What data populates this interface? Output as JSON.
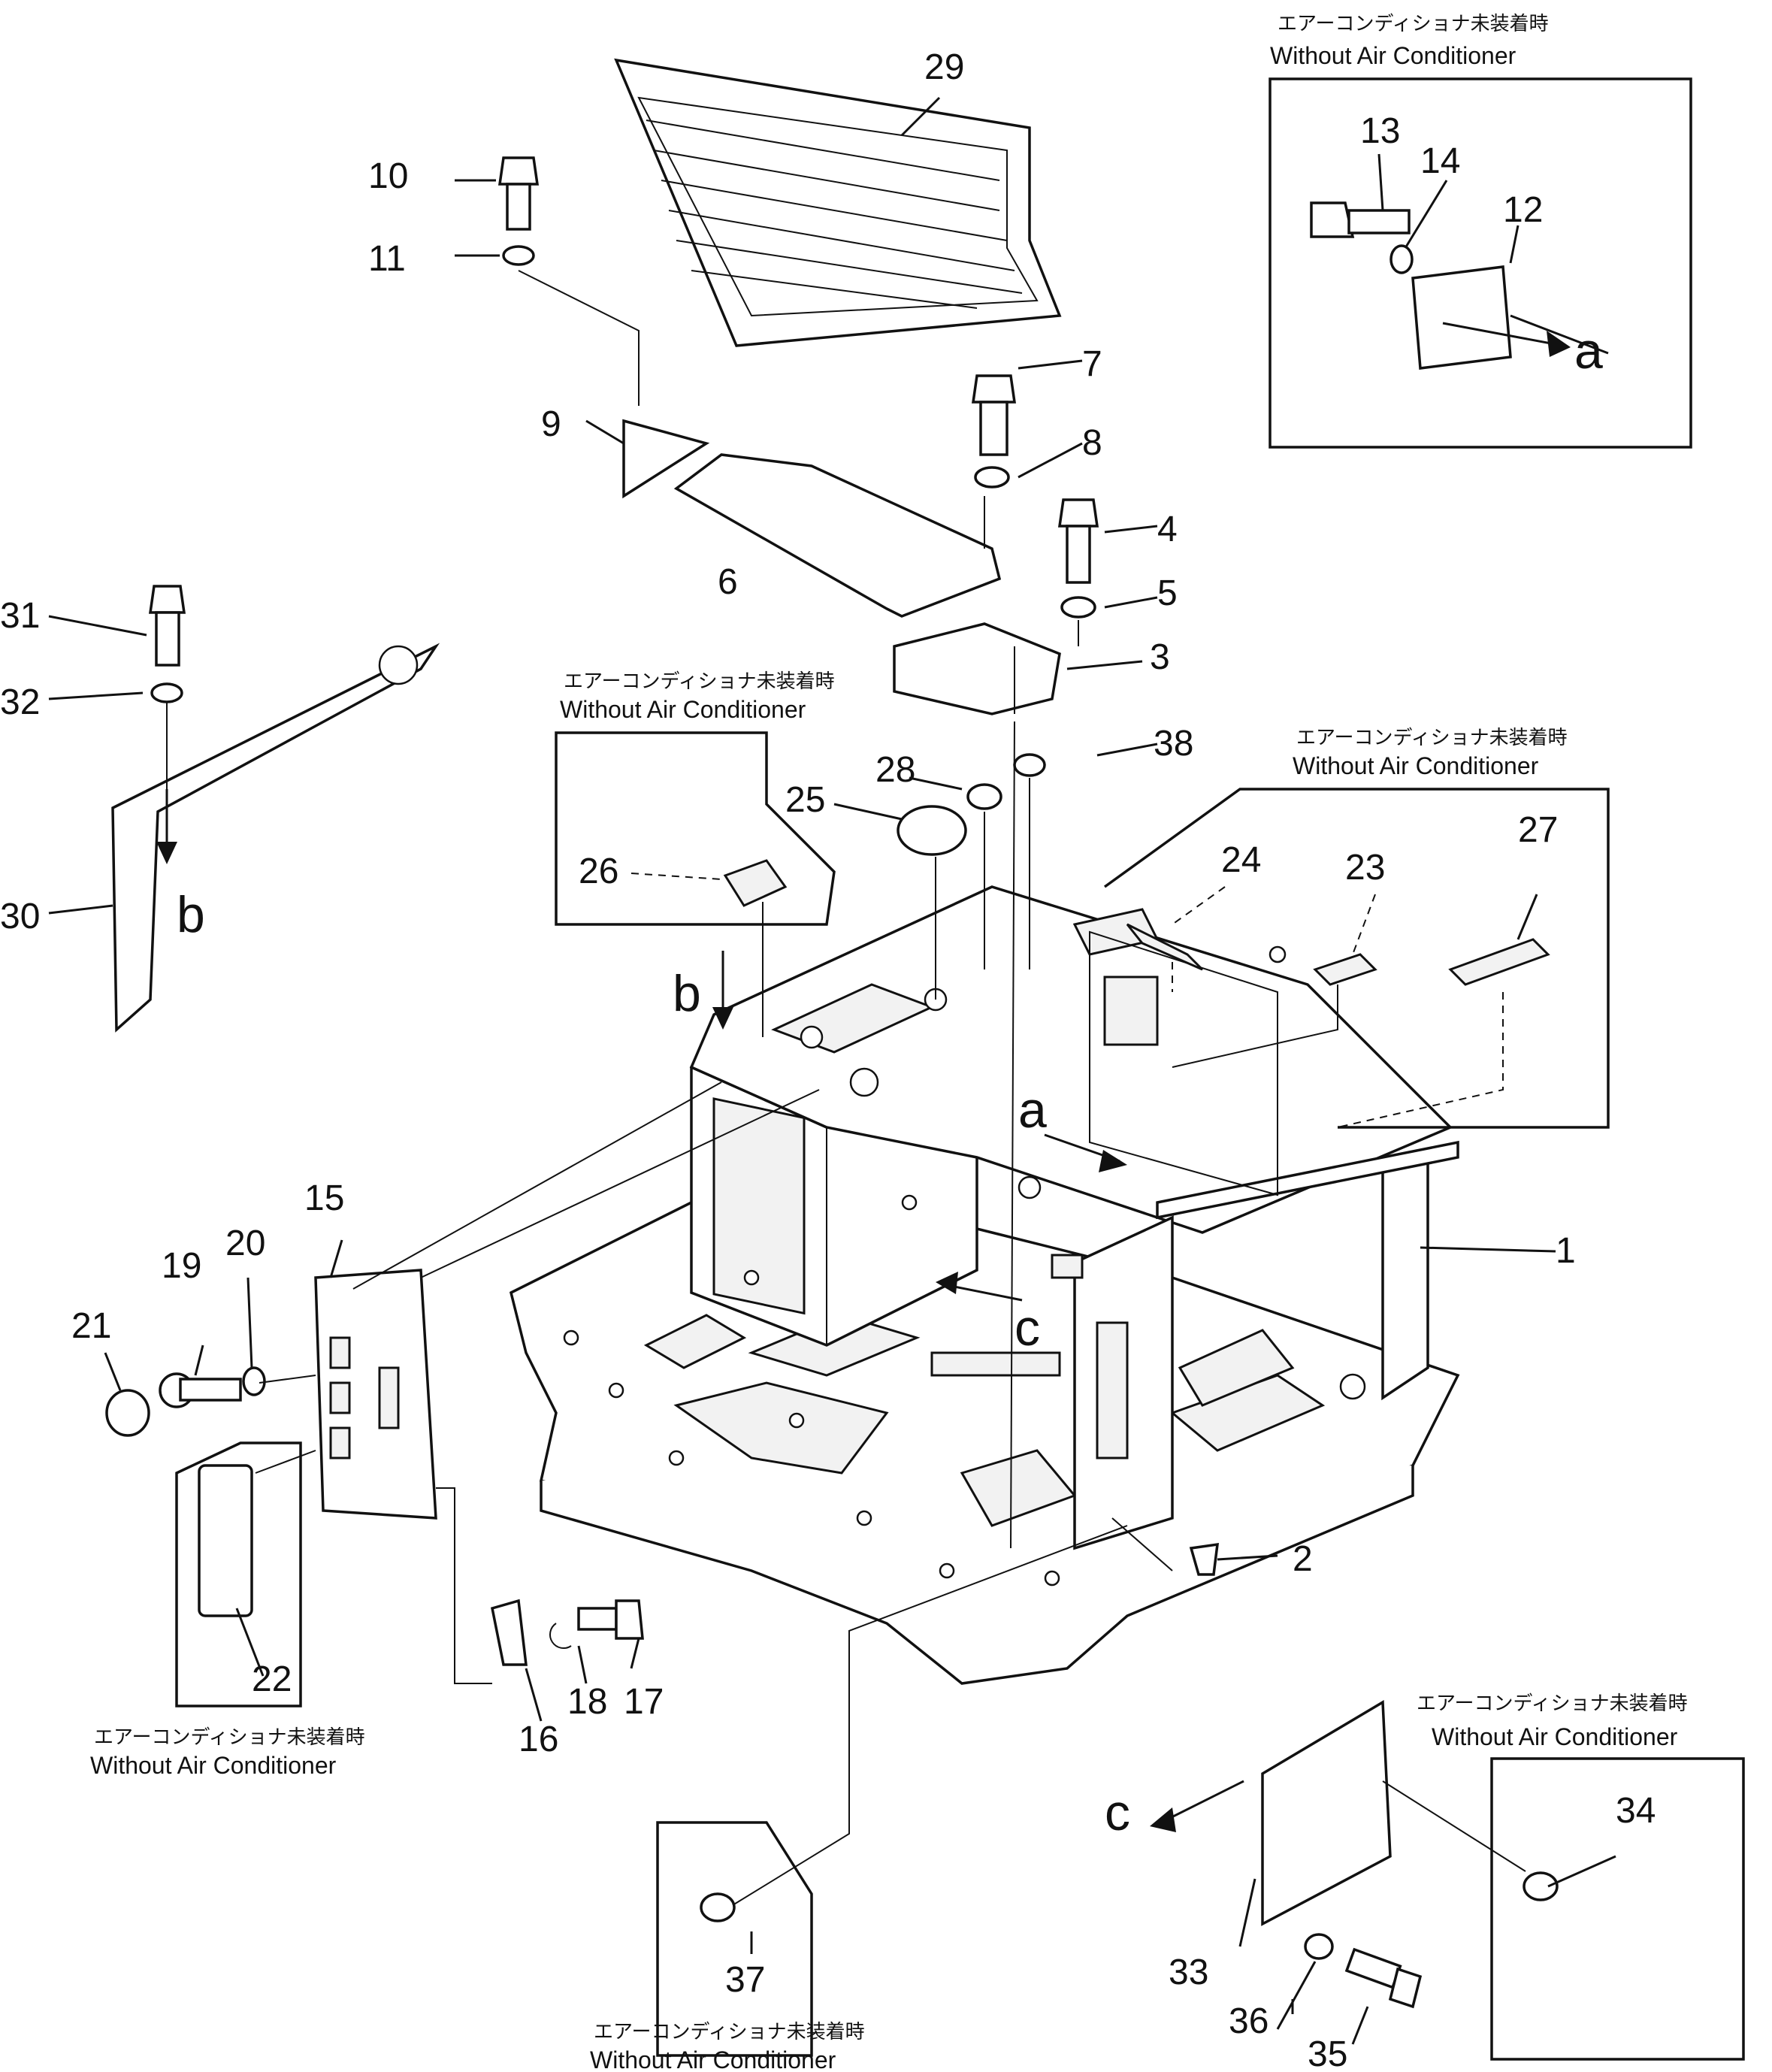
{
  "callouts": [
    {
      "n": "1"
    },
    {
      "n": "2"
    },
    {
      "n": "3"
    },
    {
      "n": "4"
    },
    {
      "n": "5"
    },
    {
      "n": "6"
    },
    {
      "n": "7"
    },
    {
      "n": "8"
    },
    {
      "n": "9"
    },
    {
      "n": "10"
    },
    {
      "n": "11"
    },
    {
      "n": "12"
    },
    {
      "n": "13"
    },
    {
      "n": "14"
    },
    {
      "n": "15"
    },
    {
      "n": "16"
    },
    {
      "n": "17"
    },
    {
      "n": "18"
    },
    {
      "n": "19"
    },
    {
      "n": "20"
    },
    {
      "n": "21"
    },
    {
      "n": "22"
    },
    {
      "n": "23"
    },
    {
      "n": "24"
    },
    {
      "n": "25"
    },
    {
      "n": "26"
    },
    {
      "n": "27"
    },
    {
      "n": "28"
    },
    {
      "n": "29"
    },
    {
      "n": "30"
    },
    {
      "n": "31"
    },
    {
      "n": "32"
    },
    {
      "n": "33"
    },
    {
      "n": "34"
    },
    {
      "n": "35"
    },
    {
      "n": "36"
    },
    {
      "n": "37"
    },
    {
      "n": "38"
    }
  ],
  "view_letters": [
    "a",
    "a",
    "b",
    "b",
    "c",
    "c"
  ],
  "option_note": {
    "jp": "エアーコンディショナ未装着時",
    "en": "Without  Air  Conditioner"
  }
}
